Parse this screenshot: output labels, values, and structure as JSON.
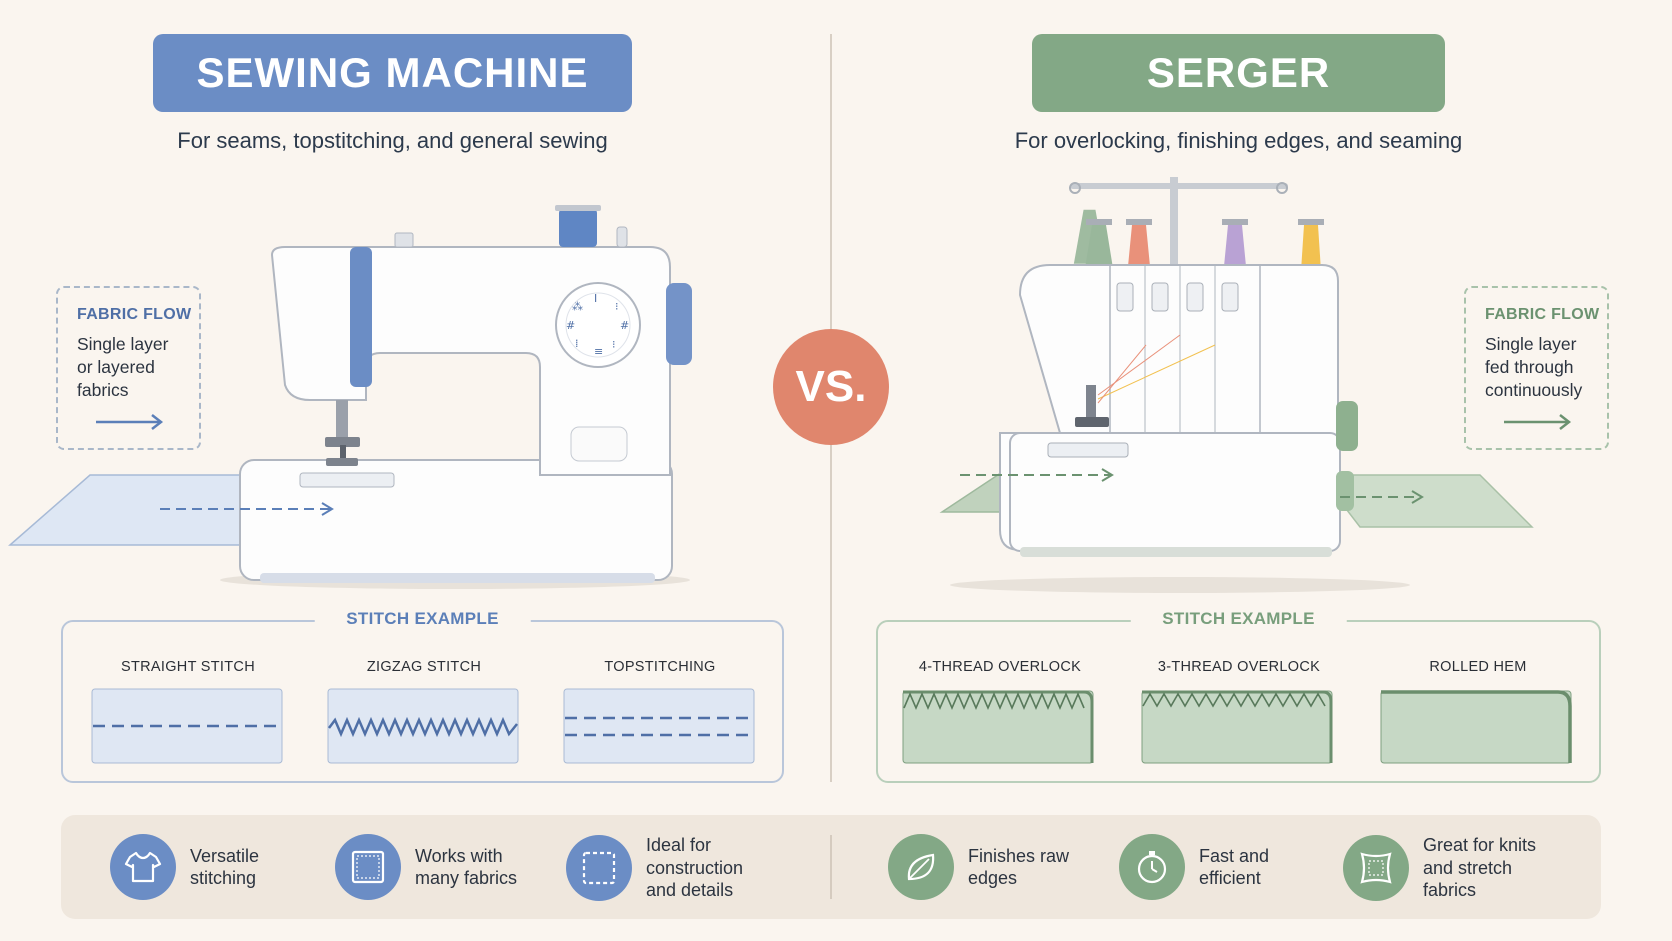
{
  "left": {
    "title": "SEWING MACHINE",
    "subtitle": "For seams, topstitching, and general sewing",
    "flow_title": "FABRIC FLOW",
    "flow_text": "Single layer\nor layered\nfabrics",
    "stitch_title": "STITCH EXAMPLE",
    "stitches": [
      "STRAIGHT STITCH",
      "ZIGZAG STITCH",
      "TOPSTITCHING"
    ]
  },
  "right": {
    "title": "SERGER",
    "subtitle": "For overlocking, finishing edges, and seaming",
    "flow_title": "FABRIC FLOW",
    "flow_text": "Single layer\nfed through\ncontinuously",
    "stitch_title": "STITCH EXAMPLE",
    "stitches": [
      "4-THREAD OVERLOCK",
      "3-THREAD OVERLOCK",
      "ROLLED HEM"
    ]
  },
  "vs_label": "VS.",
  "features": [
    {
      "text": "Versatile\nstitching",
      "icon": "tshirt-icon",
      "side": "sewing"
    },
    {
      "text": "Works with\nmany fabrics",
      "icon": "fabric-square-icon",
      "side": "sewing"
    },
    {
      "text": "Ideal for\nconstruction\nand details",
      "icon": "dashed-square-icon",
      "side": "sewing"
    },
    {
      "text": "Finishes raw\nedges",
      "icon": "leaf-icon",
      "side": "serger"
    },
    {
      "text": "Fast and\nefficient",
      "icon": "stopwatch-icon",
      "side": "serger"
    },
    {
      "text": "Great for knits\nand stretch\nfabrics",
      "icon": "knit-square-icon",
      "side": "serger"
    }
  ],
  "colors": {
    "sewing_accent": "#6b8dc5",
    "serger_accent": "#83a886",
    "vs_accent": "#e0866d",
    "background": "#faf5ef"
  }
}
